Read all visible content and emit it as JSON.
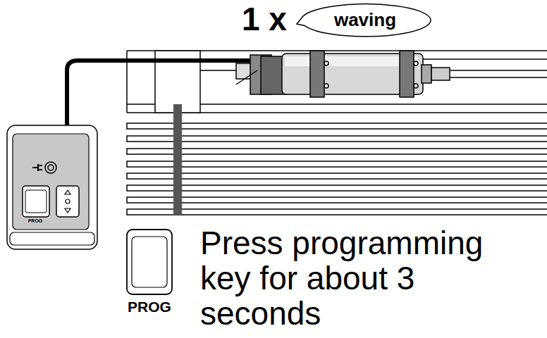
{
  "diagram": {
    "nodes": [
      {
        "text": [
          "waving"
        ]
      }
    ],
    "labels": [
      "1 x",
      "PROG",
      "PROG",
      "Press programming key for about 3 seconds"
    ]
  }
}
